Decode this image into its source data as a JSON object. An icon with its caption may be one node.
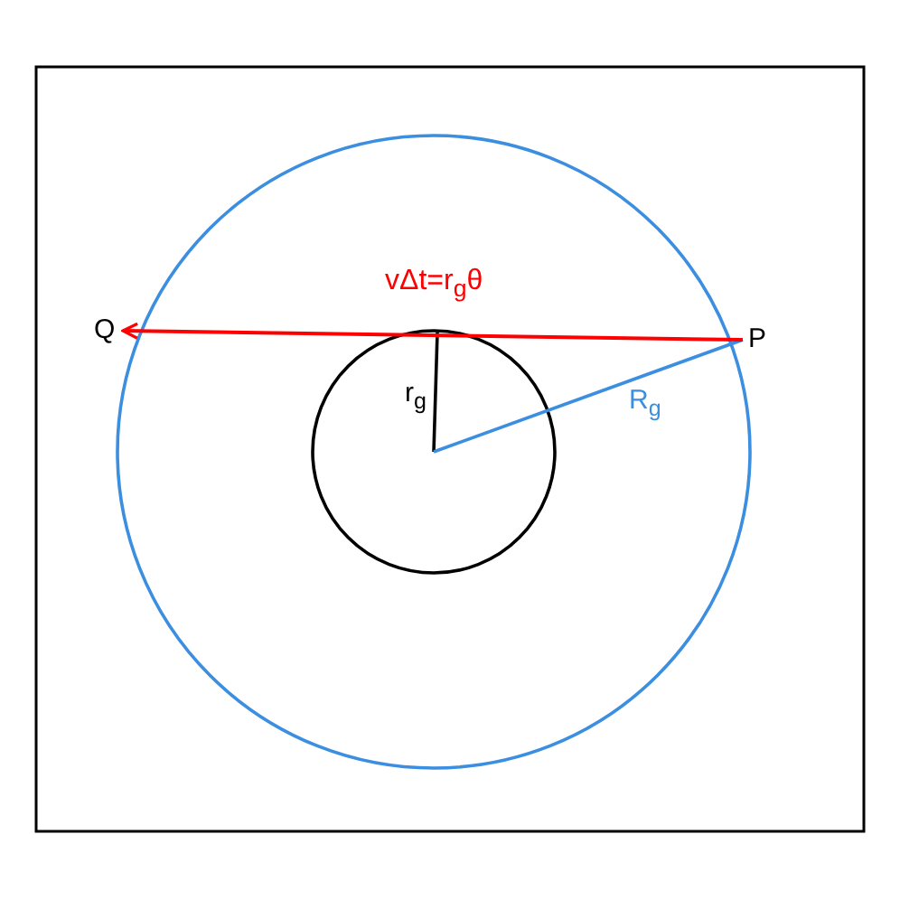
{
  "diagram": {
    "nodes": [
      {
        "text": [
          "Q"
        ]
      },
      {
        "text": [
          "P"
        ]
      }
    ],
    "edges": [
      {
        "from": 1,
        "to": 0,
        "arrow": "to",
        "label": "vΔt=r$_{g}$θ",
        "color": "#ff0000"
      }
    ],
    "labels": [
      "r$_{g}$",
      "R$_{g}$"
    ]
  }
}
